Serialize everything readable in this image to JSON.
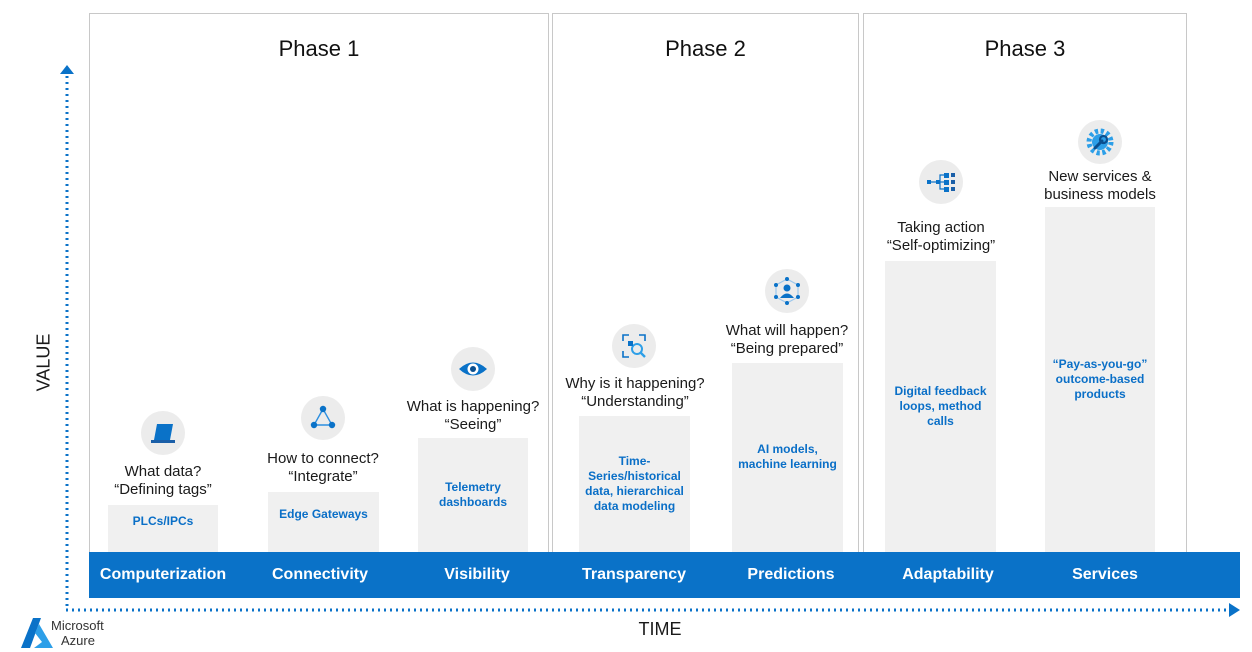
{
  "phases": [
    {
      "title": "Phase 1"
    },
    {
      "title": "Phase 2"
    },
    {
      "title": "Phase 3"
    }
  ],
  "axes": {
    "y_label": "VALUE",
    "x_label": "TIME"
  },
  "stages": [
    {
      "name": "Computerization",
      "q1": "What data?",
      "q2": "“Defining tags”",
      "bar": "PLCs/IPCs",
      "icon": "laptop-icon"
    },
    {
      "name": "Connectivity",
      "q1": "How to connect?",
      "q2": "“Integrate”",
      "bar": "Edge Gateways",
      "icon": "network-nodes-icon"
    },
    {
      "name": "Visibility",
      "q1": "What is happening?",
      "q2": "“Seeing”",
      "bar": "Telemetry dashboards",
      "icon": "eye-icon"
    },
    {
      "name": "Transparency",
      "q1": "Why is it happening?",
      "q2": "“Understanding”",
      "bar": "Time-Series/historical data, hierarchical data modeling",
      "icon": "magnify-scan-icon"
    },
    {
      "name": "Predictions",
      "q1": "What will happen?",
      "q2": "“Being prepared”",
      "bar": "AI models, machine learning",
      "icon": "person-network-icon"
    },
    {
      "name": "Adaptability",
      "q1": "Taking action",
      "q2": "“Self-optimizing”",
      "bar": "Digital feedback loops, method calls",
      "icon": "flow-icon"
    },
    {
      "name": "Services",
      "q1": "New services &",
      "q2": "business models",
      "bar": "“Pay-as-you-go” outcome-based products",
      "icon": "gear-wrench-icon"
    }
  ],
  "logo": {
    "line1": "Microsoft",
    "line2": "Azure",
    "icon": "azure-logo-icon"
  },
  "colors": {
    "band": "#0a72c8",
    "bar_text": "#0a6fc7",
    "bar_bg": "#f0f0f0",
    "axis": "#0a72c8"
  }
}
